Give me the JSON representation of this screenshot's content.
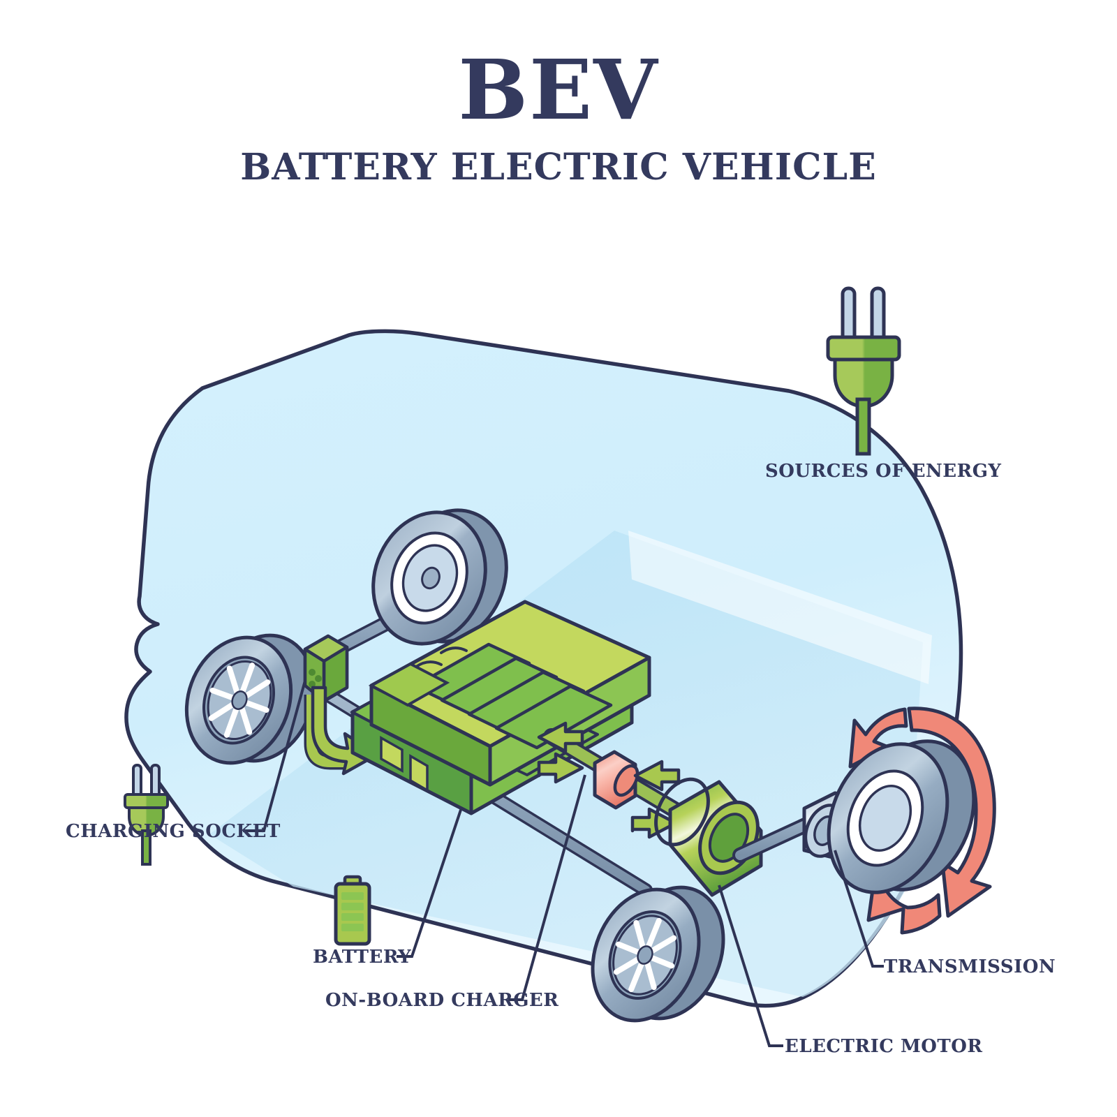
{
  "title": {
    "main": "BEV",
    "subtitle": "BATTERY ELECTRIC VEHICLE"
  },
  "colors": {
    "navy": "#343A5E",
    "outline": "#2E3354",
    "car_body": "#CFEEFC",
    "car_body_light": "#E4F5FD",
    "car_shadow": "#BCE4F7",
    "green_light": "#C3D85E",
    "green_mid": "#A8C84F",
    "green_dark": "#6FB24A",
    "green_deep": "#59A043",
    "green_plug": "#7FB842",
    "green_plug_light": "#A6C95A",
    "tire_grey": "#8FA5BC",
    "tire_grey_light": "#AFC2D4",
    "tire_grey_dark": "#78909F",
    "rim_white": "#FFFFFF",
    "hub_blue": "#C8DAEA",
    "salmon": "#F08878",
    "salmon_light": "#F9B7AC",
    "prong_blue": "#C3D6E8",
    "white": "#FFFFFF"
  },
  "callouts": [
    {
      "id": "sources-of-energy",
      "label": "SOURCES OF ENERGY"
    },
    {
      "id": "charging-socket",
      "label": "CHARGING SOCKET"
    },
    {
      "id": "battery",
      "label": "BATTERY"
    },
    {
      "id": "on-board-charger",
      "label": "ON-BOARD CHARGER"
    },
    {
      "id": "electric-motor",
      "label": "ELECTRIC MOTOR"
    },
    {
      "id": "transmission",
      "label": "TRANSMISSION"
    }
  ],
  "icons": {
    "plug_large": "power-plug-icon",
    "plug_small": "power-plug-icon",
    "battery": "battery-icon"
  },
  "components": {
    "battery_pack": "battery-pack",
    "charging_socket_port": "charging-socket-port",
    "on_board_charger": "on-board-charger-unit",
    "electric_motor": "electric-motor-cylinder",
    "transmission": "transmission-hub",
    "front_wheels": "front-wheel",
    "rear_wheels": "rear-wheel",
    "rotation_arrows": "rotation-arrow",
    "energy_flow_arrows": "energy-flow-arrow"
  }
}
